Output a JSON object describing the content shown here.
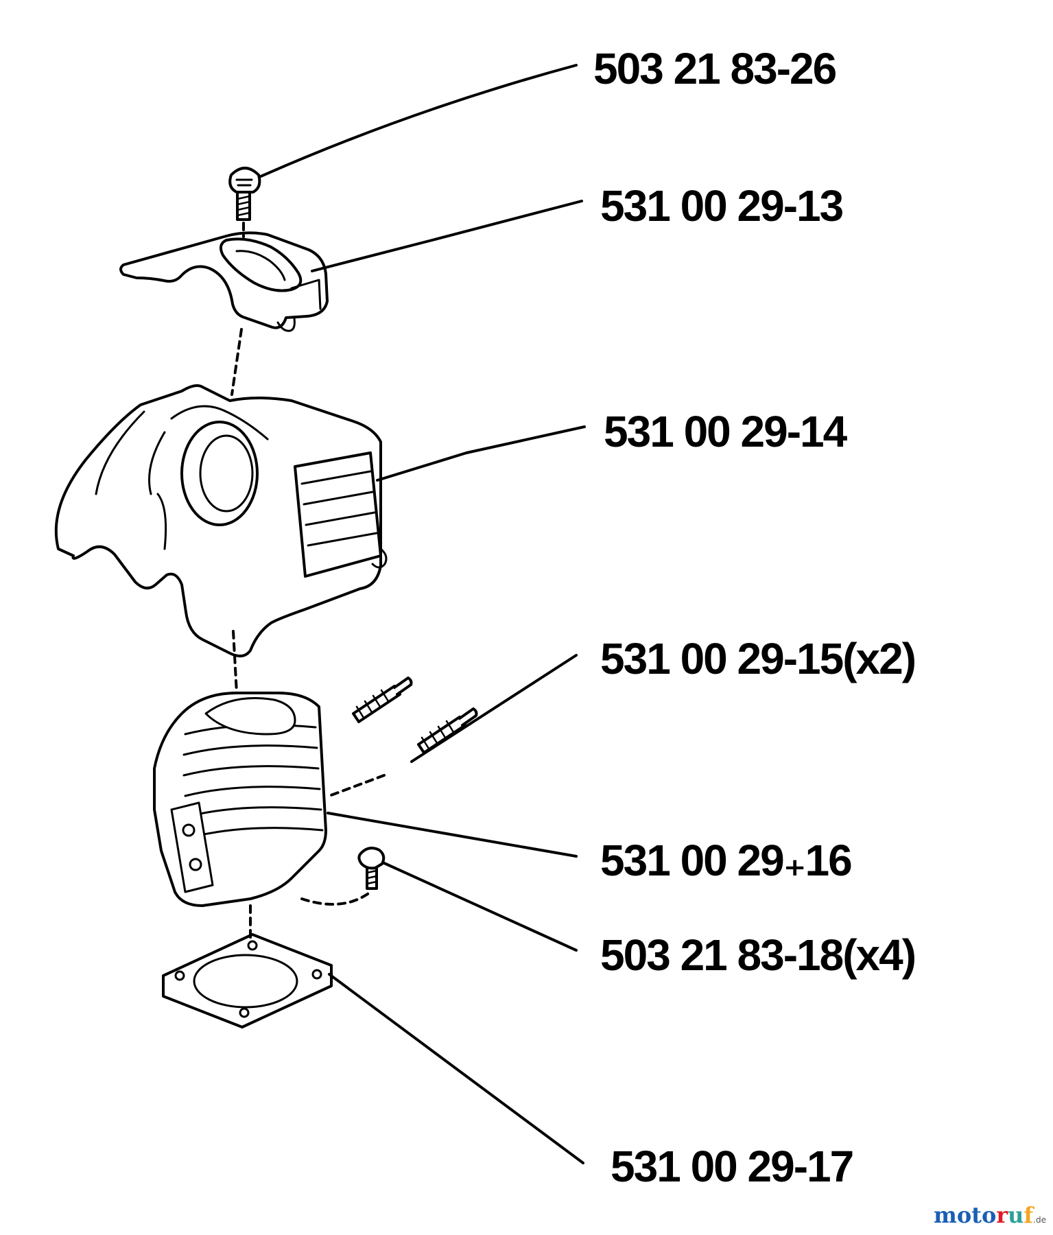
{
  "parts": [
    {
      "id": "p1",
      "part_number": "503 21 83-26"
    },
    {
      "id": "p2",
      "part_number": "531 00 29-13"
    },
    {
      "id": "p3",
      "part_number": "531 00 29-14"
    },
    {
      "id": "p4",
      "part_number": "531 00 29-15(x2)"
    },
    {
      "id": "p5",
      "part_number": "531 00 29₊16"
    },
    {
      "id": "p6",
      "part_number": "503 21 83-18(x4)"
    },
    {
      "id": "p7",
      "part_number": "531 00 29-17"
    }
  ],
  "watermark": {
    "brand_parts": [
      "moto",
      "r",
      "u",
      "f"
    ],
    "suffix": ".de"
  },
  "colors": {
    "ink": "#000000",
    "paper": "#ffffff",
    "wm_1": "#1a5fb4",
    "wm_2": "#e01b24",
    "wm_3": "#2aa198",
    "wm_4": "#f5a623"
  }
}
